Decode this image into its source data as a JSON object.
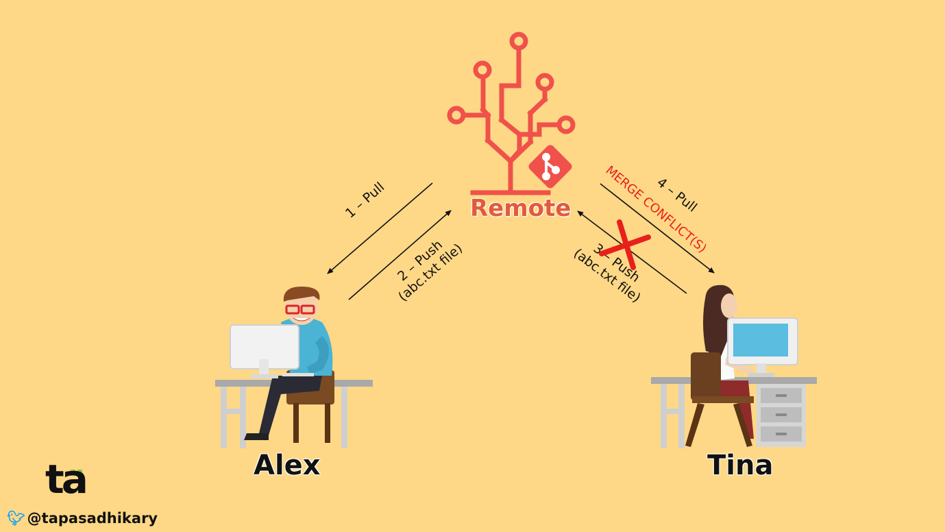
{
  "remote": {
    "label": "Remote"
  },
  "people": {
    "left_name": "Alex",
    "right_name": "Tina"
  },
  "arrows": {
    "pull_1": "1 – Pull",
    "push_2_line1": "2 – Push",
    "push_2_line2": "(abc.txt file)",
    "push_3_line1": "3 – Push",
    "push_3_line2": "(abc.txt file)",
    "pull_4": "4 – Pull",
    "merge_conflict": "MERGE CONFLICT(S)"
  },
  "branding": {
    "logo_text": "ta",
    "handle": "@tapasadhikary"
  },
  "colors": {
    "background": "#fed886",
    "git_red": "#f0514a",
    "remote_text": "#e25a3c",
    "conflict_red": "#e8201c",
    "twitter_blue": "#1da1f2",
    "logo_green": "#8bc53f"
  },
  "icons": {
    "remote": "git-tree-icon",
    "git": "git-logo-icon",
    "reject": "cross-icon",
    "twitter": "twitter-icon"
  }
}
